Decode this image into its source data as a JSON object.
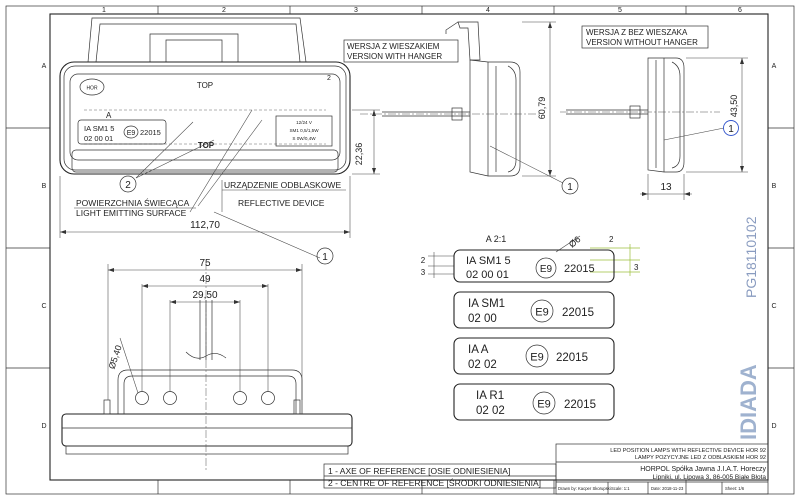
{
  "grid": {
    "columns": [
      "1",
      "2",
      "3",
      "4",
      "5",
      "6"
    ],
    "rows": [
      "A",
      "B",
      "C",
      "D"
    ]
  },
  "labels": {
    "hanger_version_pl": "WERSJA Z WIESZAKIEM",
    "hanger_version_en": "VERSION WITH HANGER",
    "nohanger_version_pl": "WERSJA Z BEZ WIESZAKA",
    "nohanger_version_en": "VERSION WITHOUT HANGER",
    "emitting_surface_pl": "POWIERZCHNIA ŚWIECĄCA",
    "emitting_surface_en": "LIGHT EMITTING SURFACE",
    "reflective_pl": "URZĄDZENIE ODBLASKOWE",
    "reflective_en": "REFLECTIVE DEVICE",
    "top_upper": "TOP",
    "top_lower": "TOP",
    "detail_scale": "A 2:1",
    "view_letter": "A",
    "corner_number": "2"
  },
  "front_plate": {
    "code": "IA SM1 5",
    "date": "02 00 01",
    "approval": "22015",
    "emark": "E9",
    "spec1": "12/24 V",
    "spec2": "SM1 0,5/1,5W",
    "spec3": "S 0W/0,4W"
  },
  "balloons": {
    "axis": "1",
    "centre": "2"
  },
  "dimensions": {
    "overall_length": "112,70",
    "left_height": "22,36",
    "hanger_height": "60,79",
    "side_height": "43,50",
    "side_depth": "13",
    "base_75": "75",
    "base_49": "49",
    "base_2950": "29,50",
    "hole_dia": "Ø5,40",
    "det_dia": "Ø6",
    "det_2_left": "2",
    "det_3_left": "3",
    "det_2_right": "2",
    "det_3_right": "3"
  },
  "markings": [
    {
      "line1": "IA SM1 5",
      "line2": "02 00 01",
      "emark": "E9",
      "approval": "22015"
    },
    {
      "line1": "IA   SM1",
      "line2": "02   00",
      "emark": "E9",
      "approval": "22015"
    },
    {
      "line1": "IA   A",
      "line2": "02  02",
      "emark": "E9",
      "approval": "22015"
    },
    {
      "line1": "IA   R1",
      "line2": "02  02",
      "emark": "E9",
      "approval": "22015"
    }
  ],
  "notes": {
    "note1": "1 - AXE OF REFERENCE [OSIE ODNIESIENIA]",
    "note2": "2 - CENTRE OF REFERENCE [ŚRODKI ODNIESIENIA]"
  },
  "title_block": {
    "title_en": "LED POSITION LAMPS WITH REFLECTIVE DEVICE HOR 92",
    "title_pl": "LAMPY POZYCYJNE LED Z ODBLASKIEM HOR 92",
    "company": "HORPOL Spółka Jawna   J.I.A.T. Horeczy",
    "address": "Lipniki, ul. Lipowa 3, 86-005 Białe Błota",
    "drawn_by": "Drawn by: Kacper Skorupski",
    "scale": "Scale: 1:1",
    "date": "Date: 2018-11-23",
    "sheet": "Sheet: 1/6"
  },
  "side_code": "PG18110102",
  "watermark": "IDIADA"
}
